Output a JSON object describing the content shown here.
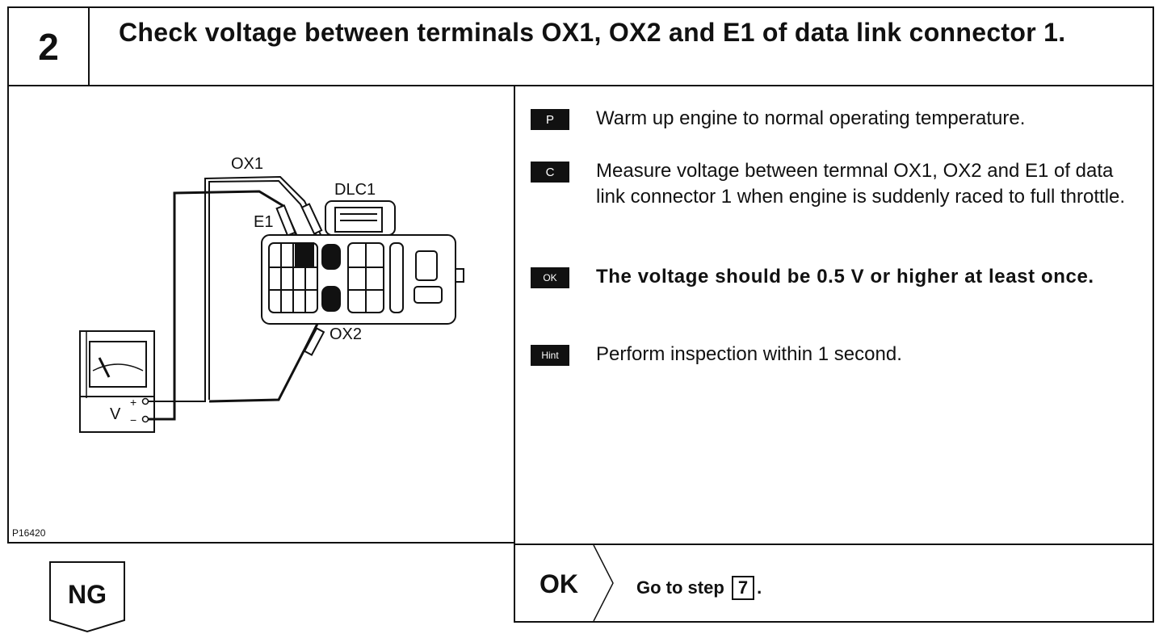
{
  "header": {
    "step_number": "2",
    "title": "Check voltage between terminals OX1, OX2 and E1 of data link connector 1."
  },
  "diagram": {
    "labels": {
      "ox1": "OX1",
      "ox2": "OX2",
      "e1": "E1",
      "dlc1": "DLC1",
      "meter_v": "V",
      "meter_plus": "+",
      "meter_minus": "−"
    },
    "figure_code": "P16420"
  },
  "instructions": [
    {
      "badge": "P",
      "text": "Warm up engine to normal operating temperature."
    },
    {
      "badge": "C",
      "text": "Measure voltage between termnal OX1, OX2 and E1 of data link connector 1 when engine is suddenly raced to full throttle."
    },
    {
      "badge": "OK",
      "text": "The voltage should be 0.5 V or higher at least once."
    },
    {
      "badge": "Hint",
      "text": "Perform inspection within 1 second."
    }
  ],
  "ok_branch": {
    "label": "OK",
    "goto_text": "Go to step",
    "step_ref": "7",
    "suffix": "."
  },
  "ng_branch": {
    "label": "NG"
  }
}
